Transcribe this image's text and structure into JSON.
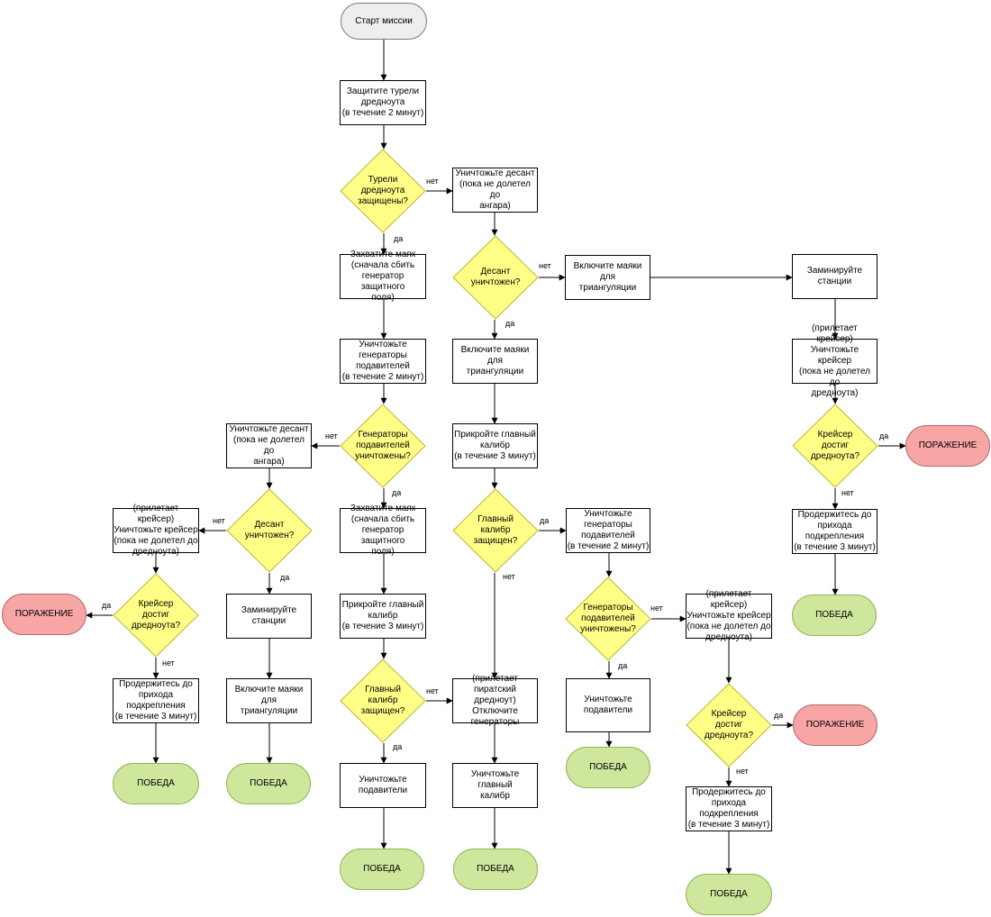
{
  "colors": {
    "start": "#eeeeee",
    "win": "#cfe79d",
    "lose": "#f8a5a5",
    "decision": "#ffff88",
    "decision_stroke": "#b8b838",
    "line": "#000000"
  },
  "nodes": {
    "start": {
      "text": "Старт миссии"
    },
    "protect_turrets": {
      "text": "Защитите турели\nдредноута\n(в течение 2 минут)"
    },
    "turrets_protected_q": {
      "text": "Турели\nдредноута\nзащищены?"
    },
    "capture_beacon_1": {
      "text": "Захватите маяк\n(сначала сбить\nгенератор защитного\nполя)"
    },
    "destroy_landing_1": {
      "text": "Уничтожьте десант\n(пока не долетел до\nангара)"
    },
    "landing_destroyed_q1": {
      "text": "Десант\nуничтожен?"
    },
    "enable_beacons_1": {
      "text": "Включите маяки для\nтриангуляции"
    },
    "mine_stations_1": {
      "text": "Заминируйте\nстанции"
    },
    "cruiser_arrives_1": {
      "text": "(прилетает крейсер)\nУничтожьте крейсер\n(пока не долетел до\nдредноута)"
    },
    "cruiser_reached_q1": {
      "text": "Крейсер\nдостиг\nдредноута?"
    },
    "defeat_1": {
      "text": "ПОРАЖЕНИЕ"
    },
    "hold_out_1": {
      "text": "Продержитесь до\nприхода\nподкрепления\n(в течение 3 минут)"
    },
    "victory_1": {
      "text": "ПОБЕДА"
    },
    "destroy_generators_1": {
      "text": "Уничтожьте\nгенераторы\nподавителей\n(в течение 2 минут)"
    },
    "generators_destroyed_q1": {
      "text": "Генераторы\nподавителей\nуничтожены?"
    },
    "destroy_landing_2": {
      "text": "Уничтожьте десант\n(пока не долетел до\nангара)"
    },
    "landing_destroyed_q2": {
      "text": "Десант\nуничтожен?"
    },
    "cruiser_arrives_2": {
      "text": "(прилетает крейсер)\nУничтожьте крейсер\n(пока не долетел до\nдредноута)"
    },
    "cruiser_reached_q2": {
      "text": "Крейсер\nдостиг\nдредноута?"
    },
    "defeat_2": {
      "text": "ПОРАЖЕНИЕ"
    },
    "hold_out_2": {
      "text": "Продержитесь до\nприхода\nподкрепления\n(в течение 3 минут)"
    },
    "victory_2": {
      "text": "ПОБЕДА"
    },
    "mine_stations_2": {
      "text": "Заминируйте\nстанции"
    },
    "enable_beacons_2": {
      "text": "Включите маяки для\nтриангуляции"
    },
    "victory_3": {
      "text": "ПОБЕДА"
    },
    "capture_beacon_2": {
      "text": "Захватите маяк\n(сначала сбить\nгенератор защитного\nполя)"
    },
    "cover_main_caliber_1": {
      "text": "Прикройте главный\nкалибр\n(в течение 3 минут)"
    },
    "main_caliber_protected_q1": {
      "text": "Главный\nкалибр\nзащищен?"
    },
    "destroy_suppressors_1": {
      "text": "Уничтожьте\nподавители"
    },
    "victory_4": {
      "text": "ПОБЕДА"
    },
    "enable_beacons_3": {
      "text": "Включите маяки для\nтриангуляции"
    },
    "cover_main_caliber_2": {
      "text": "Прикройте главный\nкалибр\n(в течение 3 минут)"
    },
    "main_caliber_protected_q2": {
      "text": "Главный\nкалибр\nзащищен?"
    },
    "pirate_dreadnought": {
      "text": "(прилетает\nпиратский дредноут)\nОтключите\nгенераторы"
    },
    "destroy_main_caliber": {
      "text": "Уничтожьте главный\nкалибр"
    },
    "victory_5": {
      "text": "ПОБЕДА"
    },
    "destroy_generators_2": {
      "text": "Уничтожьте\nгенераторы\nподавителей\n(в течение 2 минут)"
    },
    "generators_destroyed_q2": {
      "text": "Генераторы\nподавителей\nуничтожены?"
    },
    "destroy_suppressors_2": {
      "text": "Уничтожьте\nподавители"
    },
    "victory_6": {
      "text": "ПОБЕДА"
    },
    "cruiser_arrives_3": {
      "text": "(прилетает крейсер)\nУничтожьте крейсер\n(пока не долетел до\nдредноута)"
    },
    "cruiser_reached_q3": {
      "text": "Крейсер\nдостиг\nдредноута?"
    },
    "defeat_3": {
      "text": "ПОРАЖЕНИЕ"
    },
    "hold_out_3": {
      "text": "Продержитесь до\nприхода\nподкрепления\n(в течение 3 минут)"
    },
    "victory_7": {
      "text": "ПОБЕДА"
    }
  },
  "edge_labels": {
    "no_turrets": "нет",
    "yes_turrets": "да",
    "no_landing_1": "нет",
    "yes_landing_1": "да",
    "yes_cruiser_1": "да",
    "no_cruiser_1": "нет",
    "no_generators_1": "нет",
    "yes_generators_1": "да",
    "no_landing_2": "нет",
    "yes_landing_2": "да",
    "yes_cruiser_2": "да",
    "no_cruiser_2": "нет",
    "no_caliber_1": "нет",
    "yes_caliber_1": "да",
    "yes_caliber_2": "да",
    "no_caliber_2": "нет",
    "no_generators_2": "нет",
    "yes_generators_2": "да",
    "yes_cruiser_3": "да",
    "no_cruiser_3": "нет"
  }
}
